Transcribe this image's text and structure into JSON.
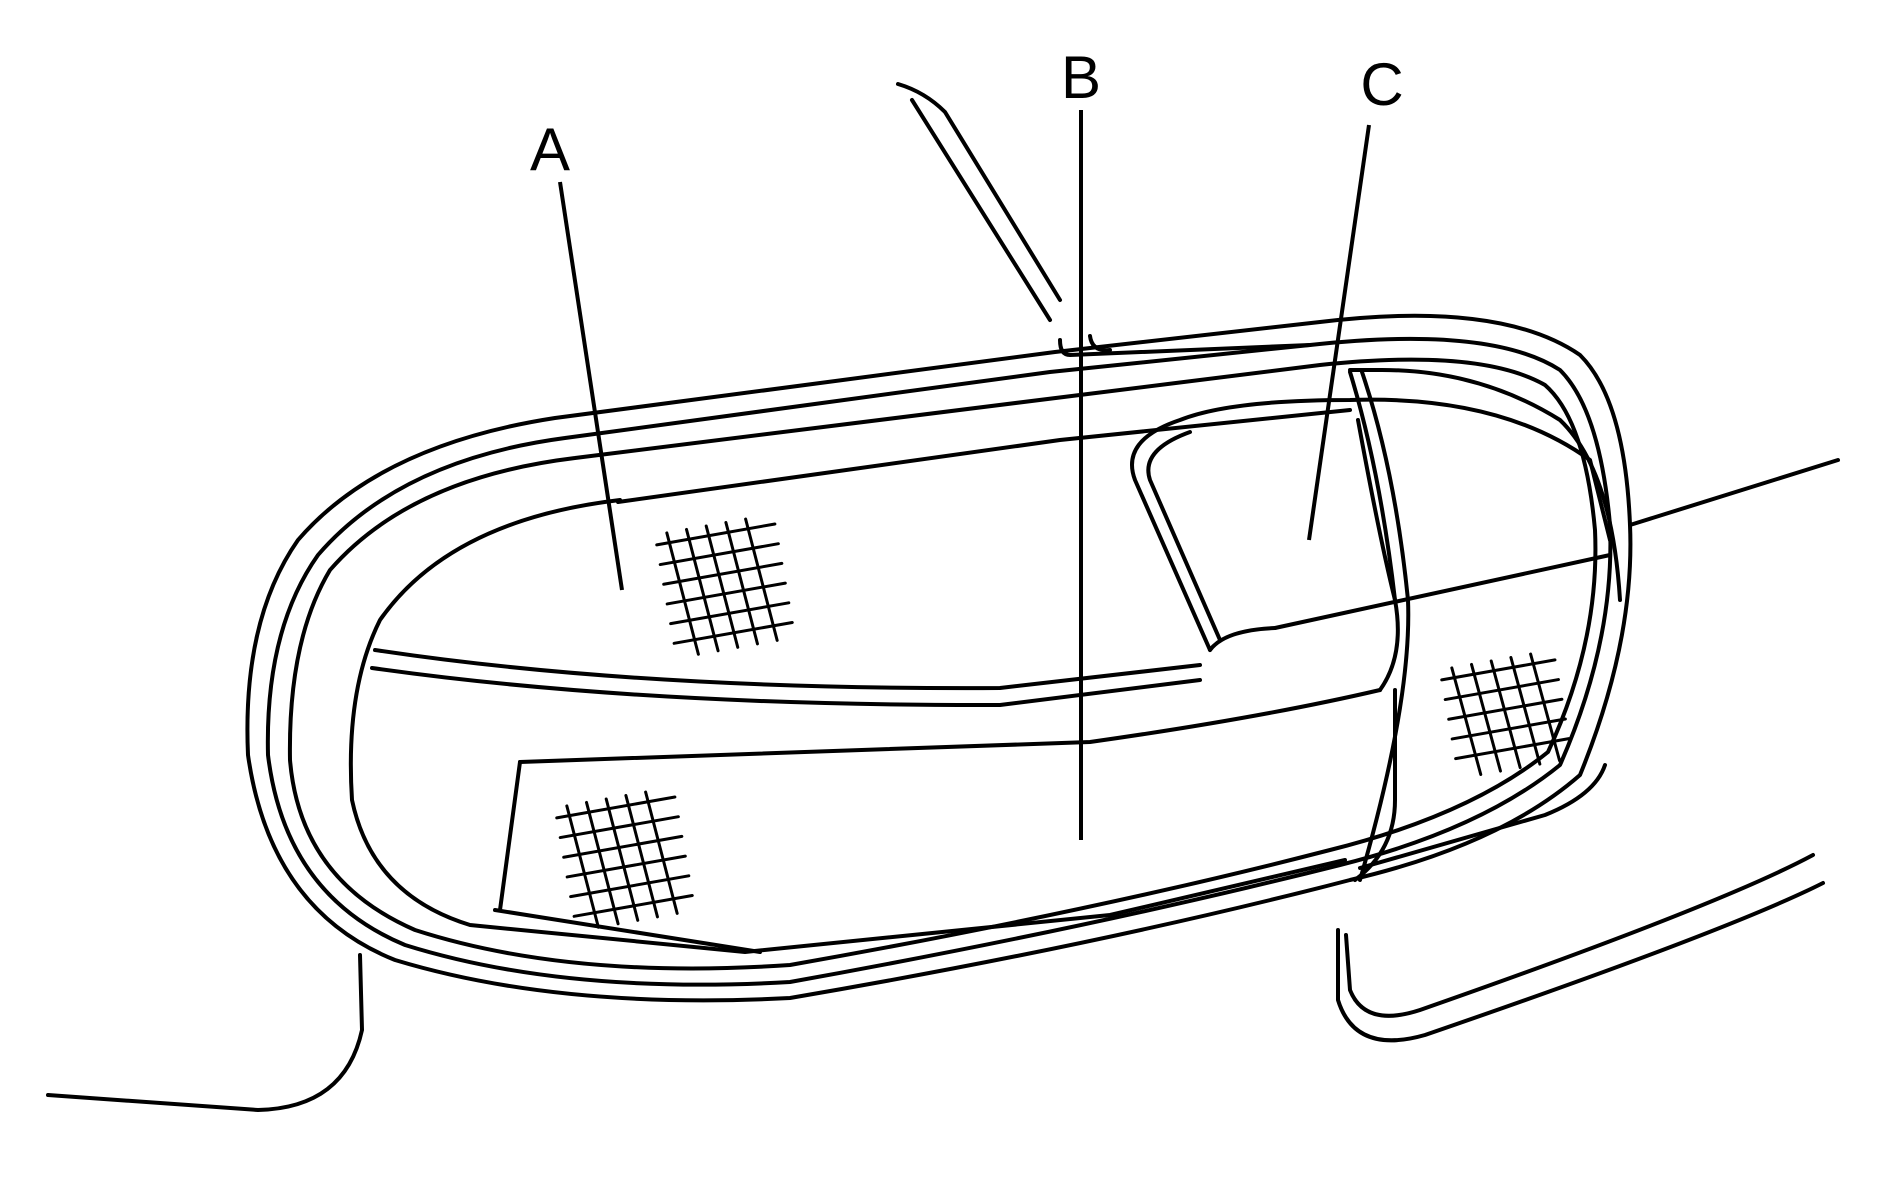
{
  "diagram": {
    "callouts": [
      {
        "id": "a",
        "letter": "A"
      },
      {
        "id": "b",
        "letter": "B"
      },
      {
        "id": "c",
        "letter": "C"
      }
    ]
  }
}
